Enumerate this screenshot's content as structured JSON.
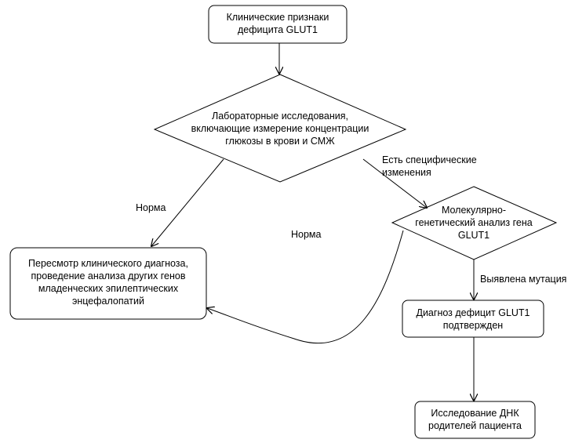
{
  "nodes": {
    "start": "Клинические признаки\nдефицита GLUT1",
    "lab": "Лабораторные исследования,\nвключающие измерение концентрации\nглюкозы в крови и СМЖ",
    "review": "Пересмотр клинического диагноза,\nпроведение анализа других генов\nмладенческих эпилептических\nэнцефалопатий",
    "molecular": "Молекулярно-\nгенетический анализ гена\nGLUT1",
    "confirmed": "Диагноз дефицит GLUT1\nподтвержден",
    "parents": "Исследование ДНК\nродителей пациента"
  },
  "edges": {
    "norma_1": "Норма",
    "norma_2": "Норма",
    "specific_changes": "Есть специфические\nизменения",
    "mutation_found": "Выявлена мутация"
  },
  "colors": {
    "stroke": "#000000",
    "fill": "#ffffff",
    "text": "#000000"
  }
}
